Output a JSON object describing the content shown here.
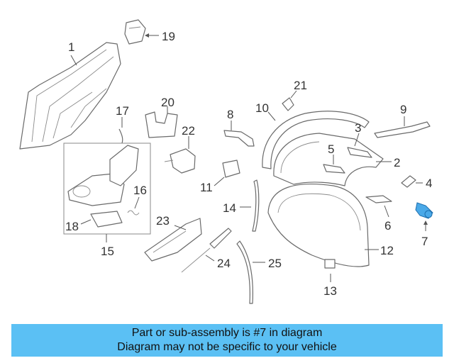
{
  "diagram": {
    "callouts": [
      "1",
      "2",
      "3",
      "4",
      "5",
      "6",
      "7",
      "8",
      "9",
      "10",
      "11",
      "12",
      "13",
      "14",
      "15",
      "16",
      "17",
      "18",
      "19",
      "20",
      "21",
      "22",
      "23",
      "24",
      "25"
    ],
    "highlight_part": "7",
    "highlight_color": "#4aa9e8"
  },
  "banner": {
    "line1": "Part or sub-assembly is #7 in diagram",
    "line2": "Diagram may not be specific to your vehicle",
    "background": "#5bc0f4"
  }
}
